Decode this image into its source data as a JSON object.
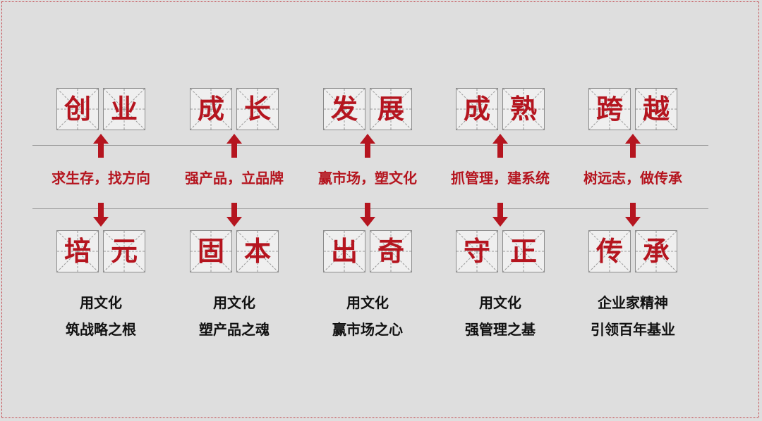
{
  "colors": {
    "accent_red": "#b5151f",
    "text_dark": "#111111",
    "background": "#dedede"
  },
  "stages": [
    {
      "top_chars": [
        "创",
        "业"
      ],
      "slogan": "求生存，找方向",
      "bottom_chars": [
        "培",
        "元"
      ],
      "desc_line1": "用文化",
      "desc_line2": "筑战略之根"
    },
    {
      "top_chars": [
        "成",
        "长"
      ],
      "slogan": "强产品，立品牌",
      "bottom_chars": [
        "固",
        "本"
      ],
      "desc_line1": "用文化",
      "desc_line2": "塑产品之魂"
    },
    {
      "top_chars": [
        "发",
        "展"
      ],
      "slogan": "赢市场，塑文化",
      "bottom_chars": [
        "出",
        "奇"
      ],
      "desc_line1": "用文化",
      "desc_line2": "赢市场之心"
    },
    {
      "top_chars": [
        "成",
        "熟"
      ],
      "slogan": "抓管理，建系统",
      "bottom_chars": [
        "守",
        "正"
      ],
      "desc_line1": "用文化",
      "desc_line2": "强管理之基"
    },
    {
      "top_chars": [
        "跨",
        "越"
      ],
      "slogan": "树远志，做传承",
      "bottom_chars": [
        "传",
        "承"
      ],
      "desc_line1": "企业家精神",
      "desc_line2": "引领百年基业"
    }
  ]
}
